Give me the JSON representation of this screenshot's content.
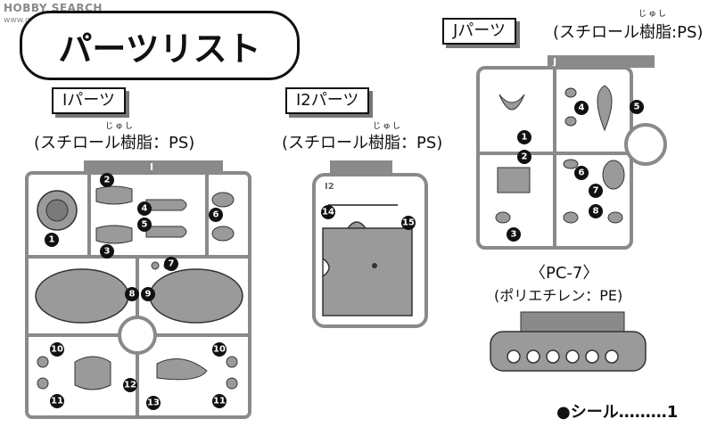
{
  "watermark": {
    "line1": "HOBBY SEARCH",
    "line2": "www.gaoshou.com"
  },
  "title": "パーツリスト",
  "i_parts": {
    "label": "Iパーツ",
    "material": "(スチロール樹脂：PS)",
    "furigana": "じゅし",
    "frame_letter": "I"
  },
  "i2_parts": {
    "label": "I2パーツ",
    "material": "(スチロール樹脂：PS)",
    "furigana": "じゅし",
    "frame_letter": "I2"
  },
  "j_parts": {
    "label": "Jパーツ",
    "material": "(スチロール樹脂:PS)",
    "furigana": "じゅし",
    "frame_letter": "J"
  },
  "i_numbers": [
    "1",
    "2",
    "3",
    "4",
    "5",
    "6",
    "7",
    "8",
    "9",
    "10",
    "11",
    "12",
    "13",
    "10",
    "11"
  ],
  "i2_numbers": [
    "14",
    "15"
  ],
  "j_numbers": [
    "1",
    "2",
    "3",
    "4",
    "5",
    "6",
    "7",
    "8"
  ],
  "pc7": {
    "title": "〈PC-7〉",
    "material": "(ポリエチレン：PE)"
  },
  "seal": {
    "label": "●シール………1"
  }
}
